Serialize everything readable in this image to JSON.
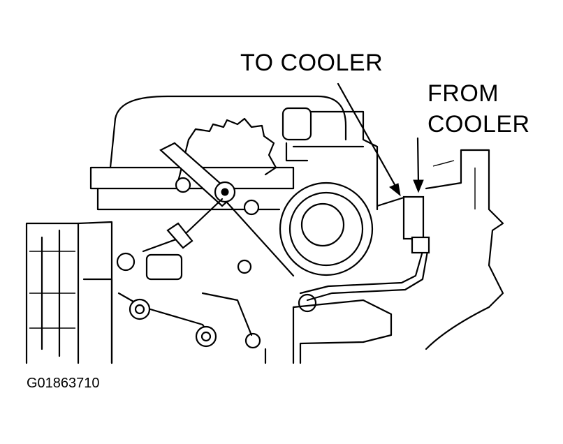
{
  "labels": {
    "to_cooler": "TO COOLER",
    "from_cooler_line1": "FROM",
    "from_cooler_line2": "COOLER"
  },
  "figure_id": "G01863710",
  "colors": {
    "ink": "#000000",
    "paper": "#ffffff"
  }
}
